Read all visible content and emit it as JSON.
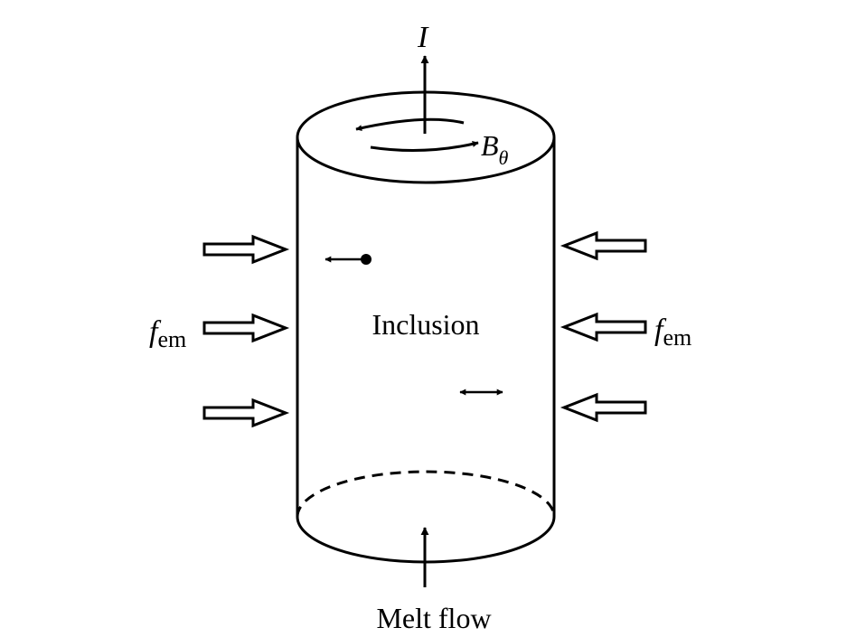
{
  "labels": {
    "current": "I",
    "field_main": "B",
    "field_sub": "θ",
    "force_left_main": "f",
    "force_left_sub": "em",
    "force_right_main": "f",
    "force_right_sub": "em",
    "inclusion": "Inclusion",
    "melt_flow": "Melt flow"
  },
  "colors": {
    "stroke": "#000000",
    "background": "#ffffff"
  }
}
